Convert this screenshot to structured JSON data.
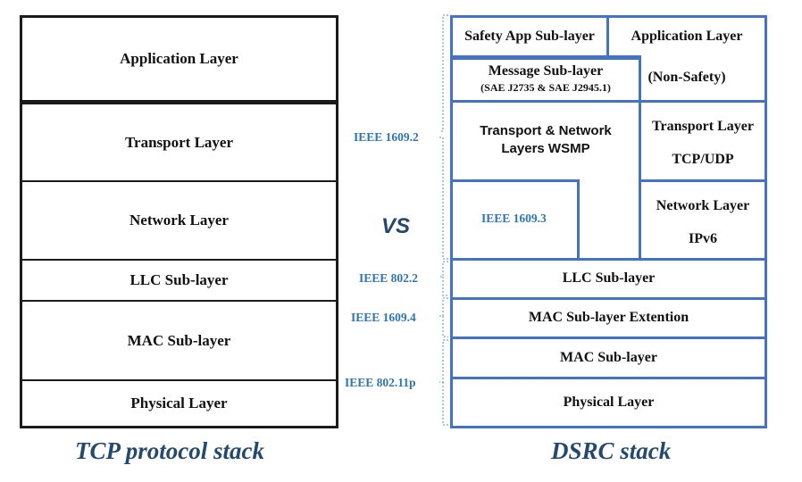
{
  "tcp_stack": {
    "caption": "TCP protocol stack",
    "layers": [
      "Application Layer",
      "Transport Layer",
      "Network Layer",
      "LLC Sub-layer",
      "MAC Sub-layer",
      "Physical Layer"
    ]
  },
  "vs_label": "VS",
  "dsrc_stack": {
    "caption": "DSRC stack",
    "safety_app": "Safety App Sub-layer",
    "application": "Application Layer",
    "non_safety": "(Non-Safety)",
    "message_title": "Message Sub-layer",
    "message_sub": "(SAE J2735 & SAE J2945.1)",
    "transport_network": "Transport & Network Layers WSMP",
    "transport_title": "Transport Layer",
    "transport_proto": "TCP/UDP",
    "ieee_1609_3": "IEEE 1609.3",
    "network_title": "Network Layer",
    "network_proto": "IPv6",
    "llc": "LLC Sub-layer",
    "mac_ext": "MAC Sub-layer Extention",
    "mac": "MAC Sub-layer",
    "physical": "Physical Layer"
  },
  "standards": {
    "ieee_1609_2": "IEEE 1609.2",
    "ieee_802_2": "IEEE 802.2",
    "ieee_1609_4": "IEEE 1609.4",
    "ieee_802_11p": "IEEE 802.11p"
  },
  "colors": {
    "tcp_border": "#1b1b1b",
    "dsrc_border": "#4472c4",
    "standard_label": "#2e75b6",
    "caption": "#24496e"
  }
}
